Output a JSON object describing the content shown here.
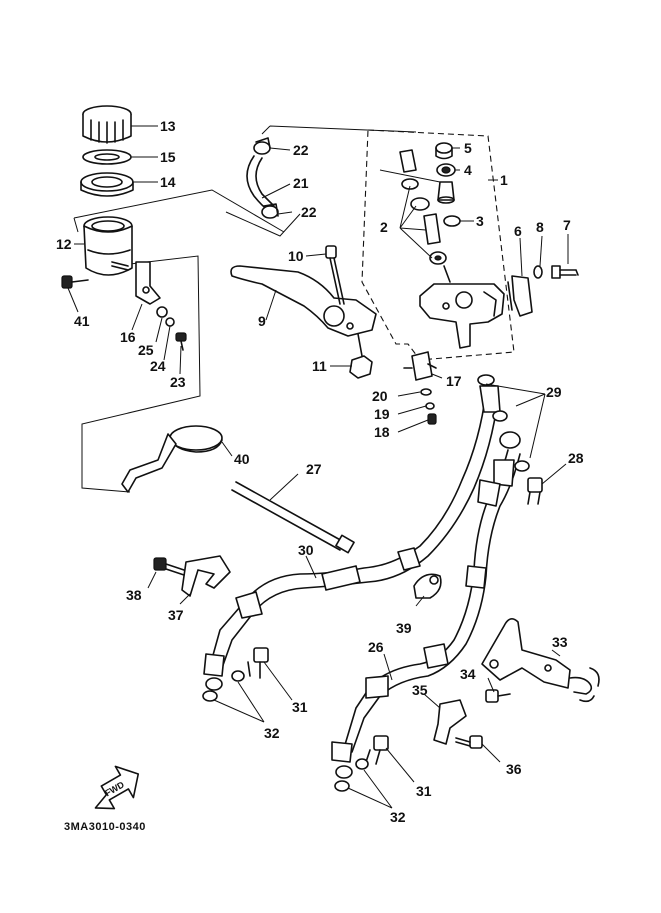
{
  "diagram_code": "3MA3010-0340",
  "direction_arrow": {
    "label": "FWD"
  },
  "callouts": [
    {
      "id": "c1",
      "text": "1"
    },
    {
      "id": "c2",
      "text": "2"
    },
    {
      "id": "c3",
      "text": "3"
    },
    {
      "id": "c4",
      "text": "4"
    },
    {
      "id": "c5",
      "text": "5"
    },
    {
      "id": "c6",
      "text": "6"
    },
    {
      "id": "c7",
      "text": "7"
    },
    {
      "id": "c8",
      "text": "8"
    },
    {
      "id": "c9",
      "text": "9"
    },
    {
      "id": "c10",
      "text": "10"
    },
    {
      "id": "c11",
      "text": "11"
    },
    {
      "id": "c12",
      "text": "12"
    },
    {
      "id": "c13",
      "text": "13"
    },
    {
      "id": "c14",
      "text": "14"
    },
    {
      "id": "c15",
      "text": "15"
    },
    {
      "id": "c16",
      "text": "16"
    },
    {
      "id": "c17",
      "text": "17"
    },
    {
      "id": "c18",
      "text": "18"
    },
    {
      "id": "c19",
      "text": "19"
    },
    {
      "id": "c20",
      "text": "20"
    },
    {
      "id": "c21",
      "text": "21"
    },
    {
      "id": "c22a",
      "text": "22"
    },
    {
      "id": "c22b",
      "text": "22"
    },
    {
      "id": "c23",
      "text": "23"
    },
    {
      "id": "c24",
      "text": "24"
    },
    {
      "id": "c25",
      "text": "25"
    },
    {
      "id": "c26",
      "text": "26"
    },
    {
      "id": "c27",
      "text": "27"
    },
    {
      "id": "c28",
      "text": "28"
    },
    {
      "id": "c29",
      "text": "29"
    },
    {
      "id": "c30",
      "text": "30"
    },
    {
      "id": "c31a",
      "text": "31"
    },
    {
      "id": "c31b",
      "text": "31"
    },
    {
      "id": "c32a",
      "text": "32"
    },
    {
      "id": "c32b",
      "text": "32"
    },
    {
      "id": "c33",
      "text": "33"
    },
    {
      "id": "c34",
      "text": "34"
    },
    {
      "id": "c35",
      "text": "35"
    },
    {
      "id": "c36",
      "text": "36"
    },
    {
      "id": "c37",
      "text": "37"
    },
    {
      "id": "c38",
      "text": "38"
    },
    {
      "id": "c39",
      "text": "39"
    },
    {
      "id": "c40",
      "text": "40"
    },
    {
      "id": "c41",
      "text": "41"
    }
  ]
}
